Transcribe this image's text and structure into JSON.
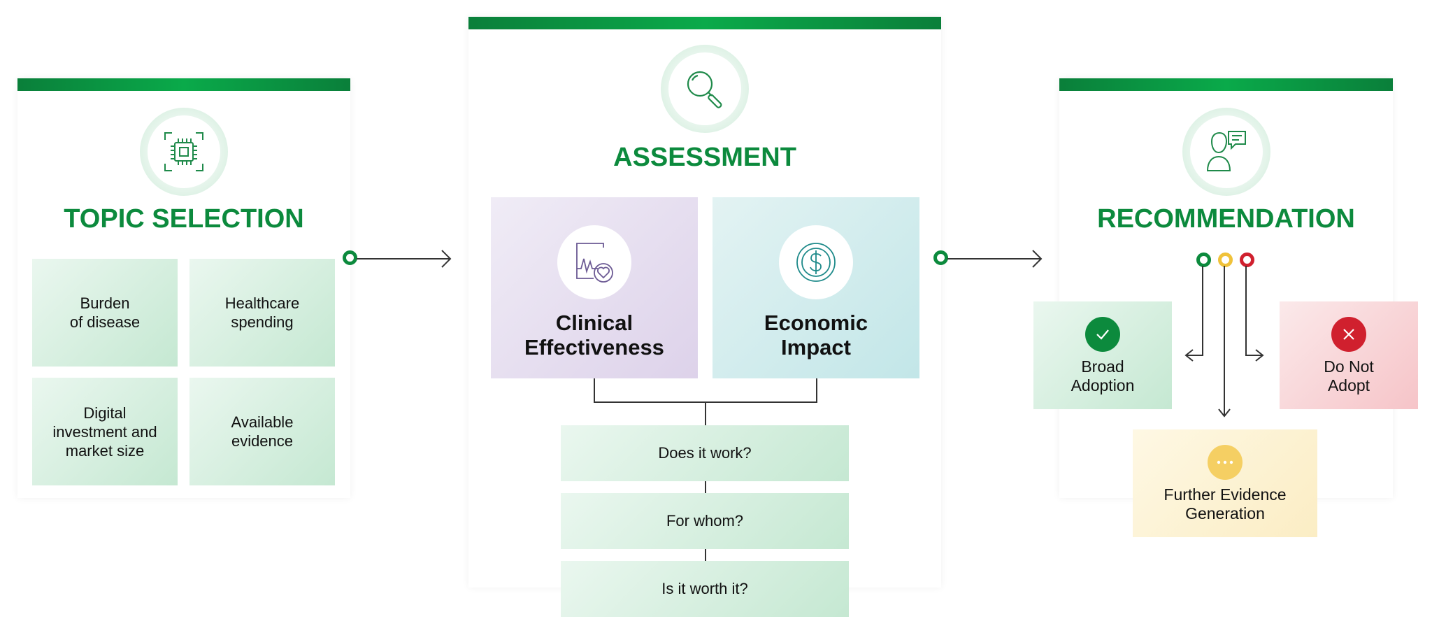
{
  "topic_selection": {
    "title": "TOPIC SELECTION",
    "icon": "chip-icon",
    "tiles": [
      "Burden\nof disease",
      "Healthcare\nspending",
      "Digital\ninvestment and\nmarket size",
      "Available\nevidence"
    ]
  },
  "assessment": {
    "title": "ASSESSMENT",
    "icon": "magnifier-icon",
    "clinical": {
      "title": "Clinical\nEffectiveness",
      "icon": "heart-chart-icon"
    },
    "economic": {
      "title": "Economic\nImpact",
      "icon": "dollar-coin-icon"
    },
    "questions": [
      "Does it work?",
      "For whom?",
      "Is it worth it?"
    ]
  },
  "recommendation": {
    "title": "RECOMMENDATION",
    "icon": "person-speech-icon",
    "outcomes": {
      "adopt": {
        "label": "Broad\nAdoption",
        "icon": "check-icon",
        "color": "#0c8a3d"
      },
      "reject": {
        "label": "Do Not\nAdopt",
        "icon": "close-icon",
        "color": "#d0202e"
      },
      "further": {
        "label": "Further Evidence\nGeneration",
        "icon": "ellipsis-icon",
        "color": "#f5c542"
      }
    }
  },
  "colors": {
    "brand_green": "#0c8a3d",
    "yellow": "#f0c23a",
    "red": "#d0202e"
  }
}
